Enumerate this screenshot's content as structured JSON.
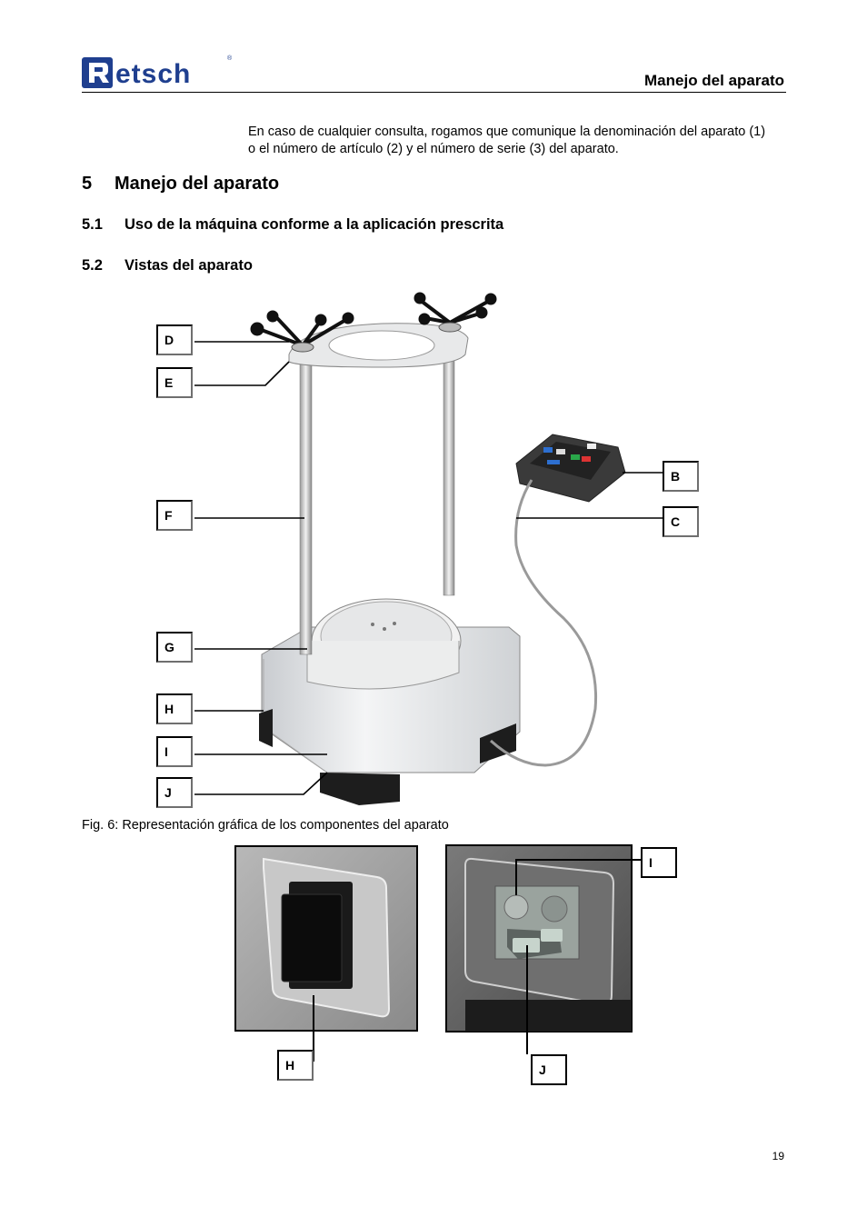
{
  "logo": {
    "text": "Retsch",
    "registered": "®"
  },
  "header": {
    "title": "Manejo del aparato"
  },
  "intro": {
    "text": "En caso de cualquier consulta, rogamos que comunique la denominación del aparato (1) o el número de artículo (2) y el número de serie (3) del aparato."
  },
  "section": {
    "number": "5",
    "title": "Manejo del aparato"
  },
  "subsections": [
    {
      "number": "5.1",
      "title": "Uso de la máquina conforme a la aplicación prescrita"
    },
    {
      "number": "5.2",
      "title": "Vistas del aparato"
    }
  ],
  "figure": {
    "caption": "Fig. 6: Representación gráfica de los componentes del aparato",
    "callouts": {
      "D": "D",
      "E": "E",
      "F": "F",
      "G": "G",
      "H": "H",
      "I": "I",
      "J": "J",
      "B": "B",
      "C": "C"
    }
  },
  "detail": {
    "callouts": {
      "H": "H",
      "I": "I",
      "J": "J"
    }
  },
  "page_number": "19",
  "colors": {
    "logo_blue": "#1f3f8f",
    "panel_dark": "#3a3a3a",
    "machine_light": "#e8eaec"
  }
}
